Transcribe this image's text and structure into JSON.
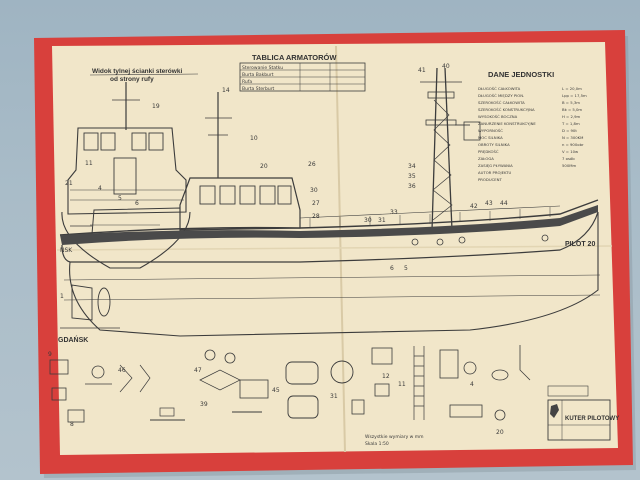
{
  "photo": {
    "subject": "ship-model-plan-sheet",
    "colors": {
      "background": "#a9bcc8",
      "frame": "#d8403c",
      "paper": "#f1e6c9",
      "ink": "#3a3a3a"
    }
  },
  "plan": {
    "wheelhouse_view_title": "Widok tylnej ścianki sterówki",
    "wheelhouse_view_subtitle": "od strony rufy",
    "fittings_table_title": "TABLICA ARMATORÓW",
    "fittings_table_rows": [
      "Sterowanie Statku",
      "Burta Bakburt",
      "Rufa",
      "Burta Sterburt"
    ],
    "ship_data_title": "DANE JEDNOSTKI",
    "ship_data_lines": [
      "DŁUGOŚĆ CAŁKOWITA",
      "DŁUGOŚĆ MIĘDZY PION.",
      "SZEROKOŚĆ CAŁKOWITA",
      "SZEROKOŚĆ KONSTRUKCYJNA",
      "WYSOKOŚĆ BOCZNA",
      "ZANURZENIE KONSTRUKCYJNE",
      "WYPORNOŚĆ",
      "MOC SILNIKA",
      "OBROTY SILNIKA",
      "PRĘDKOŚĆ",
      "ZAŁOGA",
      "ZASIĘG PŁYWANIA",
      "AUTOR PROJEKTU",
      "PRODUCENT"
    ],
    "ship_data_values": [
      "L = 20,0m",
      "Lpp = 17,5m",
      "B = 5,3m",
      "Bk = 5,0m",
      "H = 2,9m",
      "T = 1,8m",
      "D = 90t",
      "N = 300KM",
      "n = 900obr",
      "V = 10w",
      "7 osób",
      "500Mm",
      "",
      ""
    ],
    "bow_name": "PILOT 20",
    "stern_name": "GDAŃSK",
    "title_block_title": "KUTER PILOTOWY",
    "notes": [
      "Wszystkie wymiary w mm",
      "Skala 1:50"
    ]
  }
}
